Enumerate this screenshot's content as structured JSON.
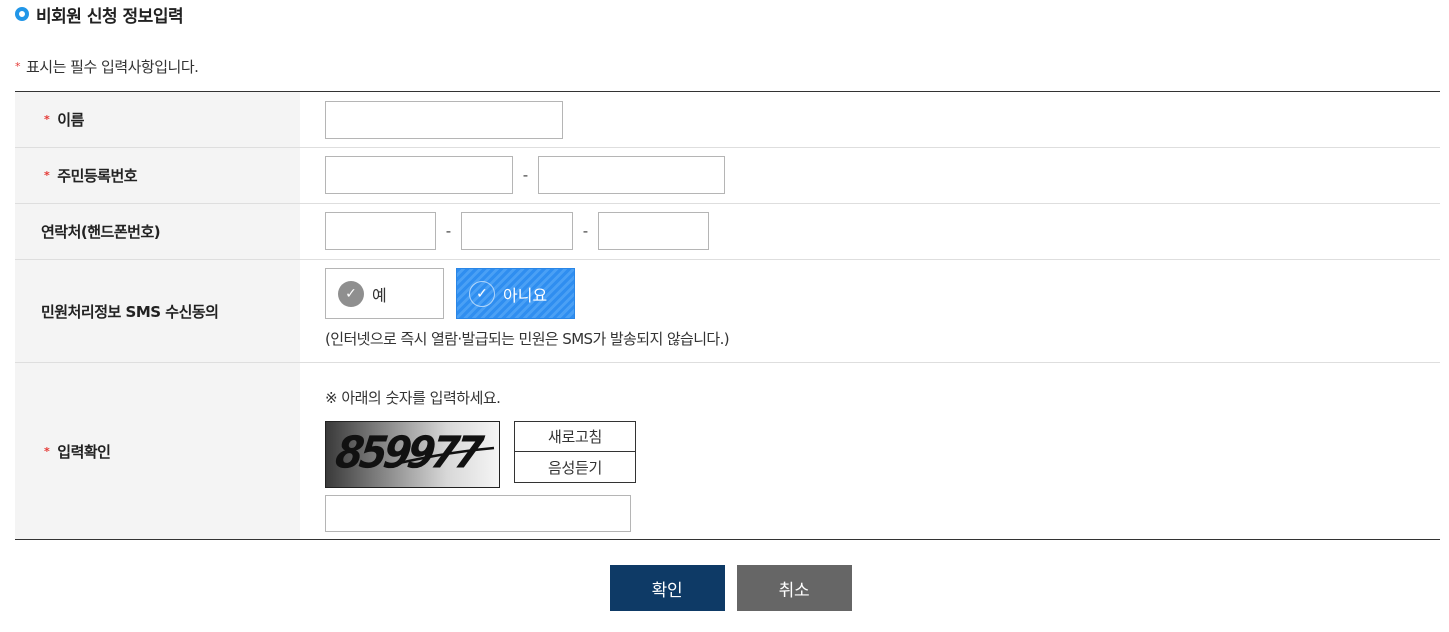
{
  "section": {
    "title": "비회원 신청 정보입력"
  },
  "notice": {
    "star": "*",
    "text": "표시는 필수 입력사항입니다."
  },
  "fields": {
    "name": {
      "label": "이름",
      "required": true,
      "value": ""
    },
    "jumin": {
      "label": "주민등록번호",
      "required": true,
      "sep": "-",
      "part1": "",
      "part2": ""
    },
    "phone": {
      "label": "연락처(핸드폰번호)",
      "required": false,
      "sep1": "-",
      "sep2": "-",
      "part1": "",
      "part2": "",
      "part3": ""
    },
    "sms": {
      "label": "민원처리정보 SMS 수신동의",
      "required": false,
      "yes_label": "예",
      "no_label": "아니요",
      "selected": "no",
      "note": "(인터넷으로 즉시 열람·발급되는 민원은 SMS가 발송되지 않습니다.)"
    },
    "captcha": {
      "label": "입력확인",
      "required": true,
      "guide": "※ 아래의 숫자를 입력하세요.",
      "digits": "859977",
      "refresh_label": "새로고침",
      "audio_label": "음성듣기",
      "value": ""
    }
  },
  "actions": {
    "confirm_label": "확인",
    "cancel_label": "취소"
  },
  "colors": {
    "accent": "#2196e8",
    "required": "#e53935",
    "confirm_bg": "#0e3a66",
    "cancel_bg": "#666666",
    "active_option": "#2f8ef0"
  },
  "icons": {
    "title": "ring-icon",
    "required": "asterisk-icon",
    "option_check": "check-circle-icon"
  }
}
